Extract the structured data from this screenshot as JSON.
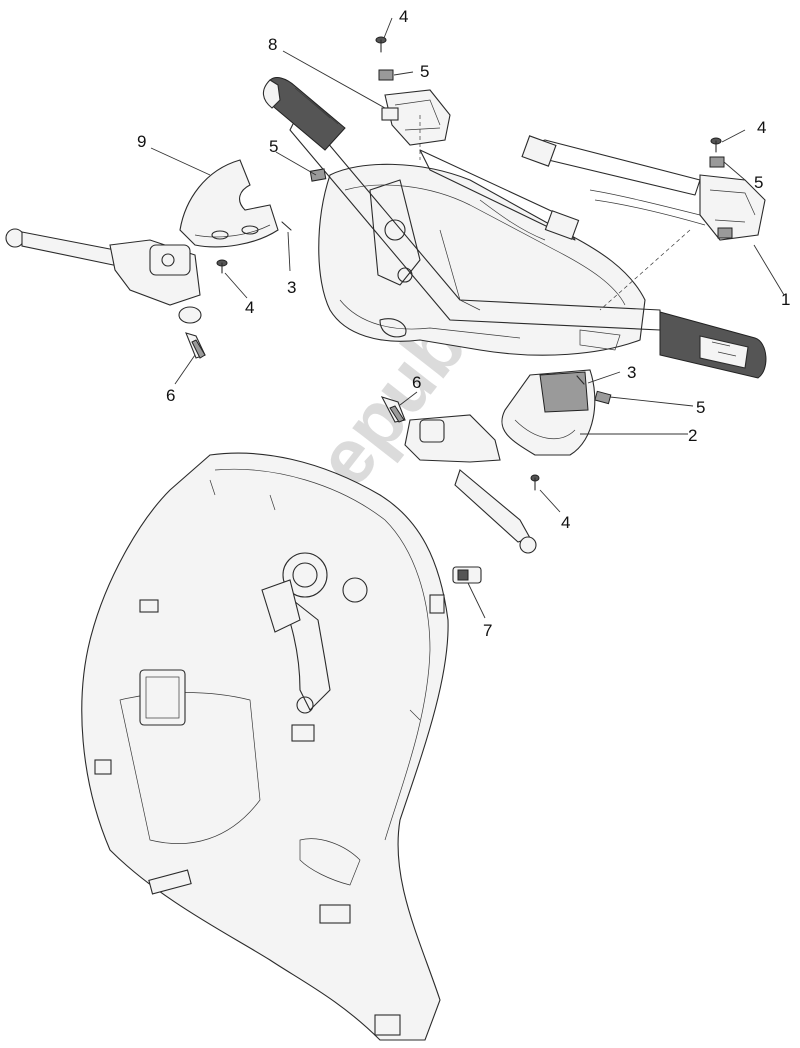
{
  "diagram": {
    "watermark": "PartsRepublik",
    "callouts": [
      {
        "id": "c1",
        "label": "1"
      },
      {
        "id": "c2",
        "label": "2"
      },
      {
        "id": "c3a",
        "label": "3"
      },
      {
        "id": "c3b",
        "label": "3"
      },
      {
        "id": "c4a",
        "label": "4"
      },
      {
        "id": "c4b",
        "label": "4"
      },
      {
        "id": "c4c",
        "label": "4"
      },
      {
        "id": "c4d",
        "label": "4"
      },
      {
        "id": "c5a",
        "label": "5"
      },
      {
        "id": "c5b",
        "label": "5"
      },
      {
        "id": "c5c",
        "label": "5"
      },
      {
        "id": "c5d",
        "label": "5"
      },
      {
        "id": "c6a",
        "label": "6"
      },
      {
        "id": "c6b",
        "label": "6"
      },
      {
        "id": "c7",
        "label": "7"
      },
      {
        "id": "c8",
        "label": "8"
      },
      {
        "id": "c9",
        "label": "9"
      }
    ]
  }
}
